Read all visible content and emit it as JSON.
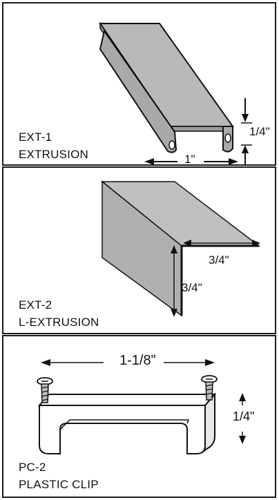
{
  "panels": [
    {
      "code": "EXT-1",
      "name": "EXTRUSION",
      "dims": {
        "width": "1\"",
        "height": "1/4\""
      }
    },
    {
      "code": "EXT-2",
      "name": "L-EXTRUSION",
      "dims": {
        "horizontal": "3/4\"",
        "vertical": "3/4\""
      }
    },
    {
      "code": "PC-2",
      "name": "PLASTIC CLIP",
      "dims": {
        "width": "1-1/8\"",
        "height": "1/4\""
      }
    }
  ],
  "colors": {
    "border": "#1a1a1a",
    "metal": "#b8b8b8",
    "metal_side": "#d4d4d4",
    "line": "#111111"
  }
}
